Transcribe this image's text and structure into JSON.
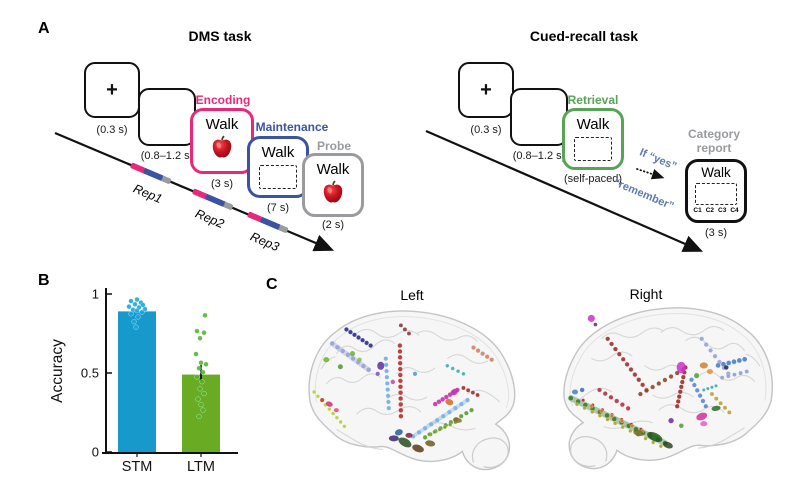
{
  "figure": {
    "panel_a": {
      "label": "A",
      "dms": {
        "title": "DMS task",
        "fixation_symbol": "+",
        "stimulus_word": "Walk",
        "stages": {
          "encoding": "Encoding",
          "maintenance": "Maintenance",
          "probe": "Probe"
        },
        "captions": {
          "fixation": "(0.3 s)",
          "blank": "(0.8–1.2 s)",
          "encoding": "(3 s)",
          "maintenance": "(7 s)",
          "probe": "(2 s)"
        },
        "reps": [
          "Rep1",
          "Rep2",
          "Rep3"
        ]
      },
      "cued": {
        "title": "Cued-recall task",
        "fixation_symbol": "+",
        "stimulus_word": "Walk",
        "stages": {
          "retrieval": "Retrieval",
          "category_line1": "Category",
          "category_line2": "report"
        },
        "captions": {
          "fixation": "(0.3 s)",
          "blank": "(0.8–1.2 s)",
          "retrieval": "(self-paced)",
          "category": "(3 s)"
        },
        "note_line1": "If “yes”",
        "note_line2": "“remember”",
        "category_options": [
          "C1",
          "C2",
          "C3",
          "C4"
        ]
      }
    },
    "panel_b": {
      "label": "B"
    },
    "panel_c": {
      "label": "C",
      "left_title": "Left",
      "right_title": "Right"
    }
  },
  "colors": {
    "encoding": "#e8297b",
    "maintenance": "#3c53a4",
    "probe": "#999b9e",
    "retrieval": "#57a457",
    "note_blue": "#6079b0",
    "stm_blue": "#1899cb",
    "ltm_green": "#69ab22",
    "arrow_black": "#111111"
  },
  "chart_data": {
    "type": "bar",
    "title": "",
    "categories": [
      "STM",
      "LTM"
    ],
    "values": [
      0.89,
      0.49
    ],
    "ylabel": "Accuracy",
    "xlabel": "",
    "yticks": [
      0,
      0.5,
      1
    ],
    "ylim": [
      0,
      1.05
    ],
    "grid": false,
    "bar_colors": [
      "#1899cb",
      "#69ab22"
    ],
    "point_colors": [
      "#17a5dc",
      "#4db52c"
    ],
    "error_bar": {
      "category": "LTM",
      "center": 0.5,
      "half_width": 0.05
    },
    "points": {
      "STM": [
        [
          -6,
          0.955
        ],
        [
          0,
          0.965
        ],
        [
          4,
          0.945
        ],
        [
          -2,
          0.935
        ],
        [
          6,
          0.93
        ],
        [
          -8,
          0.92
        ],
        [
          2,
          0.915
        ],
        [
          8,
          0.905
        ],
        [
          -4,
          0.9
        ],
        [
          0,
          0.895
        ],
        [
          5,
          0.885
        ],
        [
          -6,
          0.875
        ],
        [
          1,
          0.855
        ],
        [
          -3,
          0.825
        ],
        [
          -1,
          0.79
        ]
      ],
      "LTM": [
        [
          4,
          0.865
        ],
        [
          -4,
          0.765
        ],
        [
          3,
          0.755
        ],
        [
          -1,
          0.72
        ],
        [
          -5,
          0.62
        ],
        [
          0,
          0.565
        ],
        [
          5,
          0.555
        ],
        [
          -2,
          0.53
        ],
        [
          2,
          0.505
        ],
        [
          -4,
          0.475
        ],
        [
          1,
          0.445
        ],
        [
          -1,
          0.4
        ],
        [
          3,
          0.37
        ],
        [
          -3,
          0.335
        ],
        [
          0,
          0.3
        ],
        [
          2,
          0.265
        ],
        [
          -2,
          0.225
        ]
      ]
    }
  },
  "brains": {
    "left": {
      "tracks": [
        [
          50,
          26,
          74,
          42,
          7,
          2.2,
          "#2e2e8e",
          0
        ],
        [
          36,
          40,
          72,
          66,
          8,
          2.4,
          "#96a3d6",
          5
        ],
        [
          103,
          42,
          104,
          112,
          13,
          2.3,
          "#b03030",
          0
        ],
        [
          89,
          55,
          92,
          104,
          9,
          2.2,
          "#74aede",
          0
        ],
        [
          104,
          22,
          112,
          30,
          3,
          2,
          "#8b3a3a",
          0
        ],
        [
          176,
          44,
          194,
          56,
          5,
          2.2,
          "#cc8566",
          0
        ],
        [
          150,
          62,
          166,
          70,
          4,
          1.8,
          "#3fa8a8",
          0
        ],
        [
          160,
          86,
          138,
          100,
          7,
          2.3,
          "#c92fb0",
          0
        ],
        [
          166,
          84,
          180,
          91,
          4,
          2,
          "#a03028",
          0
        ],
        [
          170,
          96,
          116,
          132,
          10,
          2.3,
          "#79b0e2",
          4
        ],
        [
          174,
          106,
          128,
          133,
          10,
          2.2,
          "#55a02a",
          0
        ],
        [
          158,
          118,
          132,
          130,
          6,
          1.8,
          "#7a9a2a",
          0
        ],
        [
          18,
          88,
          48,
          122,
          9,
          1.8,
          "#b8cc30",
          0
        ]
      ],
      "blobs": [
        [
          56,
          50,
          2.6,
          2.6,
          0,
          "#6ab32f"
        ],
        [
          63,
          56,
          2.2,
          2.2,
          0,
          "#88c040"
        ],
        [
          84,
          62,
          3.5,
          4,
          0,
          "#5a2d9e"
        ],
        [
          81,
          70,
          2,
          2,
          0,
          "#7a4dbe"
        ],
        [
          30,
          56,
          3,
          2.5,
          0,
          "#6ab32f"
        ],
        [
          44,
          63,
          2.5,
          2.5,
          0,
          "#4a9a2a"
        ],
        [
          157,
          88,
          4,
          3,
          -30,
          "#c92fb0"
        ],
        [
          152,
          98,
          4,
          3,
          20,
          "#d2691e"
        ],
        [
          33,
          100,
          3.5,
          2.5,
          20,
          "#cc2f6e"
        ],
        [
          40,
          106,
          2.5,
          2,
          0,
          "#e04a8a"
        ],
        [
          26,
          96,
          2,
          2,
          0,
          "#d03030"
        ],
        [
          108,
          138,
          7,
          4,
          30,
          "#274d22"
        ],
        [
          121,
          144,
          6,
          3.5,
          20,
          "#5a3a16"
        ],
        [
          97,
          134,
          5,
          3,
          0,
          "#3a2a6e"
        ],
        [
          133,
          139,
          5,
          3,
          10,
          "#6e5a1e"
        ],
        [
          112,
          131,
          3.5,
          2.5,
          0,
          "#7e1e3c"
        ],
        [
          102,
          128,
          4,
          3,
          -20,
          "#2a5a9e"
        ],
        [
          160,
          116,
          4.5,
          2.5,
          10,
          "#8a6a2e"
        ],
        [
          96,
          78,
          2.2,
          2.2,
          0,
          "#c04a9a"
        ],
        [
          118,
          70,
          2,
          2,
          0,
          "#4a9ac0"
        ]
      ]
    },
    "right": {
      "tracks": [
        [
          56,
          38,
          94,
          88,
          11,
          2.2,
          "#a03030",
          0
        ],
        [
          48,
          88,
          76,
          106,
          6,
          2.2,
          "#b03048",
          0
        ],
        [
          20,
          96,
          112,
          140,
          14,
          2.4,
          "#3a7a2a",
          6
        ],
        [
          26,
          102,
          108,
          143,
          12,
          1.8,
          "#b0a030",
          0
        ],
        [
          32,
          98,
          98,
          131,
          8,
          1.6,
          "#a03030",
          0
        ],
        [
          40,
          104,
          90,
          128,
          6,
          1.8,
          "#d08030",
          0
        ],
        [
          88,
          92,
          130,
          68,
          8,
          2.2,
          "#8a4a2a",
          0
        ],
        [
          132,
          66,
          124,
          104,
          9,
          2.2,
          "#9e2a2a",
          0
        ],
        [
          148,
          38,
          174,
          72,
          7,
          2.2,
          "#97a3d8",
          0
        ],
        [
          138,
          78,
          152,
          104,
          6,
          2.2,
          "#5a8ad0",
          0
        ],
        [
          158,
          92,
          175,
          110,
          5,
          2,
          "#c0a040",
          0
        ],
        [
          164,
          64,
          190,
          58,
          6,
          2.4,
          "#4a7ec9",
          0
        ],
        [
          168,
          76,
          192,
          70,
          5,
          2,
          "#8e9fd4",
          0
        ],
        [
          150,
          88,
          162,
          84,
          4,
          1.6,
          "#3fa8a8",
          0
        ]
      ],
      "blobs": [
        [
          40,
          18,
          3.5,
          3.5,
          0,
          "#d030c0"
        ],
        [
          44,
          24,
          1.8,
          1.8,
          0,
          "#5a2a6e"
        ],
        [
          24,
          90,
          3,
          2.5,
          0,
          "#4a7ec9"
        ],
        [
          31,
          88,
          2.2,
          2.2,
          0,
          "#3a6ab9"
        ],
        [
          102,
          134,
          8,
          4,
          25,
          "#1e5a1e"
        ],
        [
          86,
          130,
          5,
          3,
          15,
          "#6e6e1e"
        ],
        [
          115,
          142,
          5,
          3,
          20,
          "#2a4a1e"
        ],
        [
          128,
          66,
          4.5,
          5.5,
          0,
          "#cc30cc"
        ],
        [
          150,
          64,
          4,
          3,
          0,
          "#d08030"
        ],
        [
          156,
          70,
          3,
          2.5,
          0,
          "#e09040"
        ],
        [
          143,
          74,
          2.5,
          2.5,
          0,
          "#4aa02a"
        ],
        [
          172,
          66,
          2.2,
          2.2,
          0,
          "#202060"
        ],
        [
          148,
          114,
          5.5,
          3.5,
          -20,
          "#cc30a0"
        ],
        [
          162,
          106,
          4.5,
          2.5,
          -10,
          "#2a6e2a"
        ],
        [
          150,
          121,
          3.5,
          2.5,
          0,
          "#e060c0"
        ],
        [
          118,
          118,
          2.6,
          2.6,
          0,
          "#6a2a9e"
        ],
        [
          128,
          123,
          2.2,
          2.2,
          0,
          "#4aa02a"
        ]
      ]
    }
  }
}
